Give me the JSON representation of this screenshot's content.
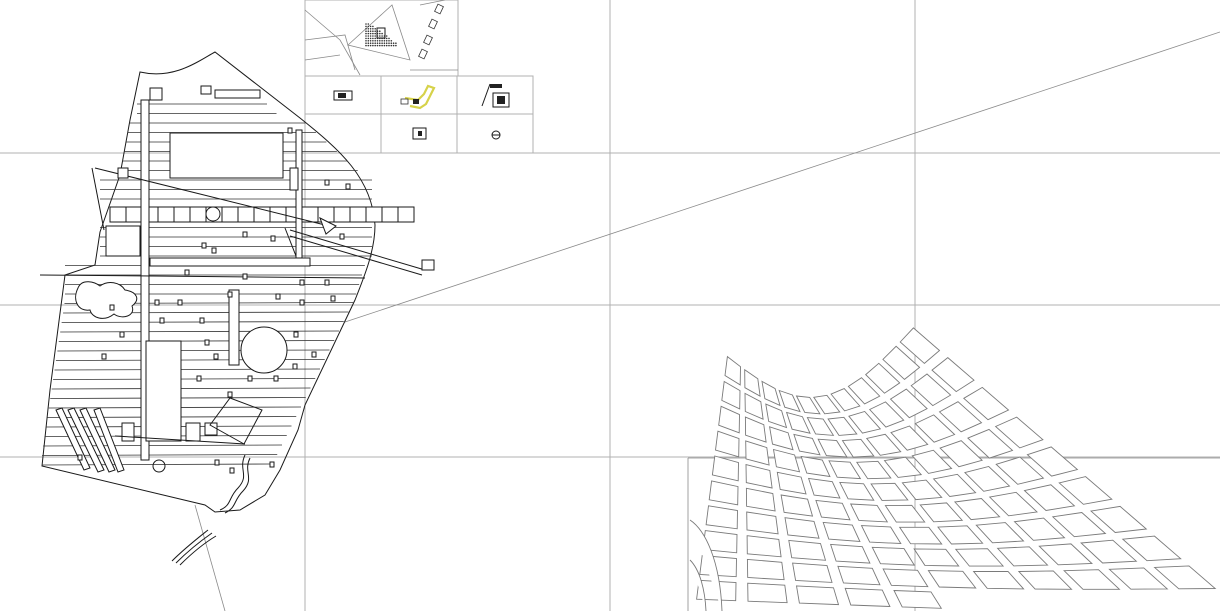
{
  "app": {
    "kind": "cad-drawing-canvas"
  },
  "colors": {
    "background": "#ffffff",
    "grid": "#b0b0b0",
    "ink": "#1a1a1a",
    "street_outline": "#7a7a7a",
    "highlight": "#d6d24a"
  },
  "drawing": {
    "layers": [
      {
        "name": "viewport-grid",
        "visible": true
      },
      {
        "name": "site-plan",
        "visible": true
      },
      {
        "name": "thumbnail-sheets",
        "visible": true
      },
      {
        "name": "perspective-grid",
        "visible": true
      }
    ],
    "thumbnails": [
      {
        "id": "location-map"
      },
      {
        "id": "sheet-plan-a"
      },
      {
        "id": "sheet-plan-b-highlighted"
      },
      {
        "id": "sheet-building"
      },
      {
        "id": "sheet-detail"
      },
      {
        "id": "sheet-symbol"
      }
    ]
  }
}
